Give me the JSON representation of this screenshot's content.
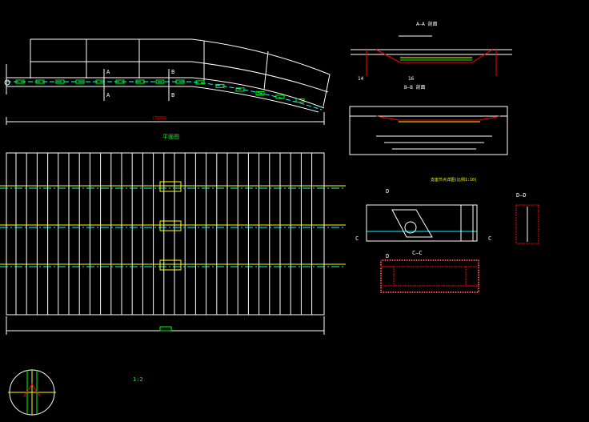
{
  "drawing": {
    "background": "#000000",
    "colors": {
      "white": "#ffffff",
      "red": "#ff0000",
      "green": "#00ff00",
      "yellow": "#ffff00",
      "cyan": "#00ffff"
    },
    "labels": {
      "section_aa_title": "A—A 剖面",
      "section_bb_title": "B—B 剖面",
      "plan_title": "平面图",
      "details_title": "支座节点详图(比例1:10)",
      "bearing_label": "1:2",
      "section_a": "A",
      "section_b": "B",
      "section_c": "C",
      "section_d": "D",
      "cc_label": "C—C",
      "dd_label": "D—D",
      "dim_total": "(7800)",
      "num_14": "14",
      "num_16": "16"
    }
  }
}
